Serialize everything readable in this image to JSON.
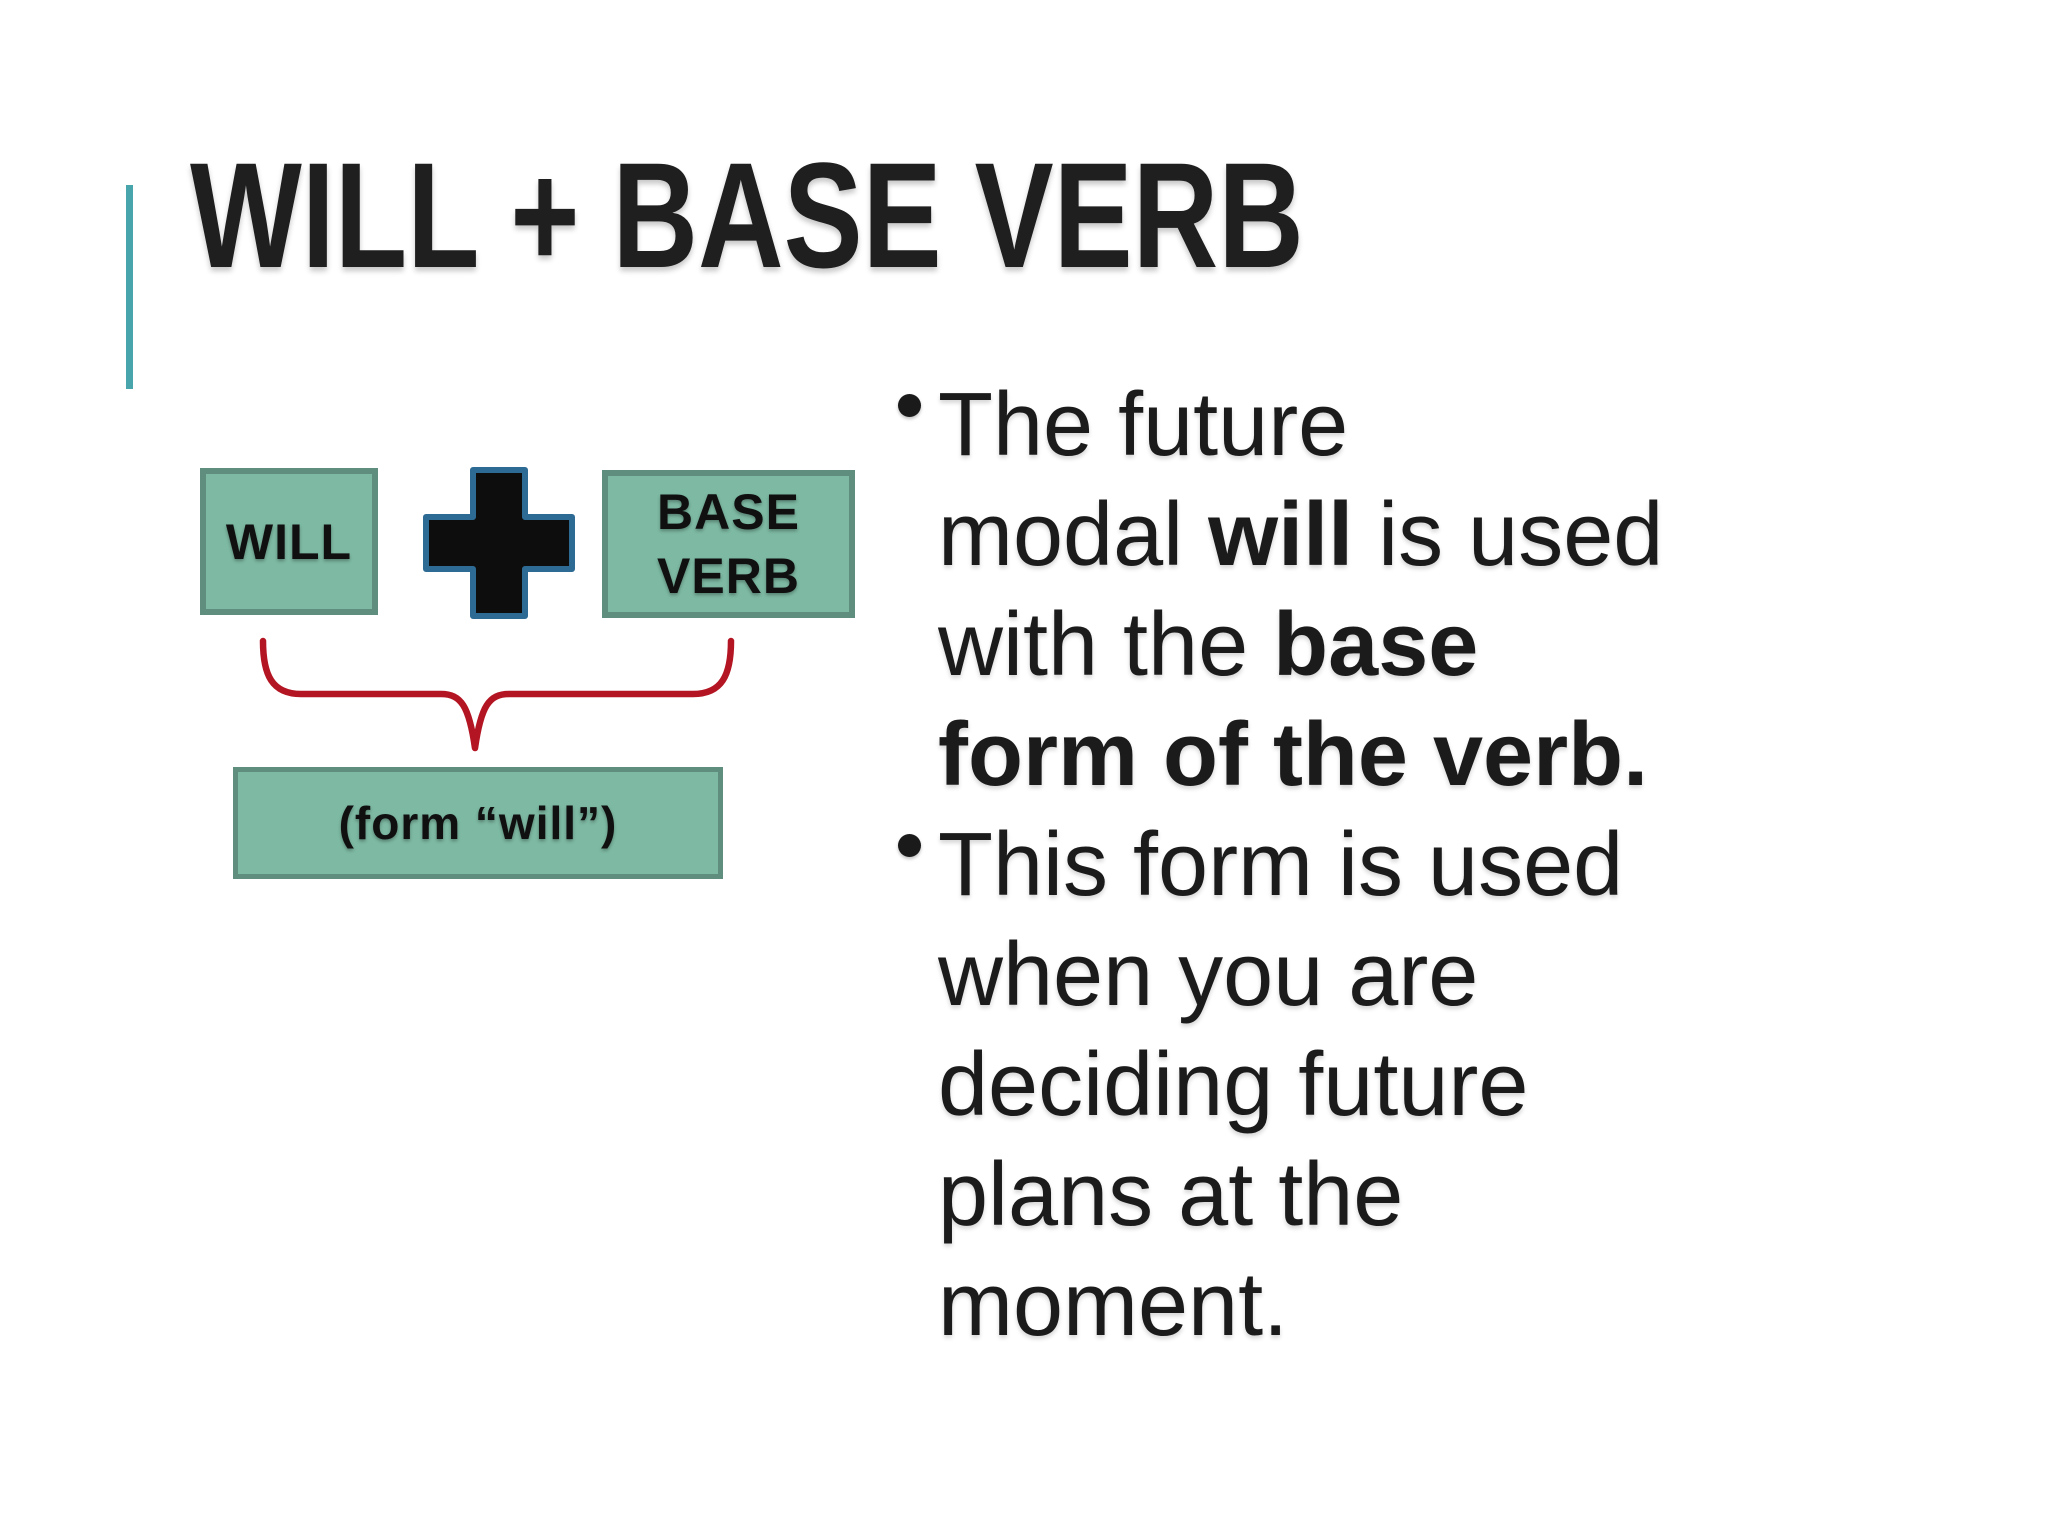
{
  "slide": {
    "title": "WILL + BASE VERB"
  },
  "theme": {
    "accent_teal": "#48a5ac",
    "box_fill_green": "#7db9a3",
    "box_border_green": "#5f8e7e",
    "plus_fill": "#0d0d0d",
    "plus_border_blue": "#2e6b94",
    "brace_red": "#b41523",
    "text_color": "#1b1b1b"
  },
  "diagram": {
    "will_label": "WILL",
    "plus_icon": "plus-icon",
    "brace_icon": "curly-brace-icon",
    "base_label_line1": "BASE",
    "base_label_line2": "VERB",
    "form_label": "(form “will”)"
  },
  "bullets": [
    {
      "lines": [
        [
          {
            "t": "The future"
          }
        ],
        [
          {
            "t": "modal "
          },
          {
            "t": "will",
            "b": true
          },
          {
            "t": " is used"
          }
        ],
        [
          {
            "t": "with the "
          },
          {
            "t": "base",
            "b": true
          }
        ],
        [
          {
            "t": "form of the verb.",
            "b": true
          }
        ]
      ]
    },
    {
      "lines": [
        [
          {
            "t": "This form is used"
          }
        ],
        [
          {
            "t": "when you are"
          }
        ],
        [
          {
            "t": "deciding future"
          }
        ],
        [
          {
            "t": "plans at the"
          }
        ],
        [
          {
            "t": "moment."
          }
        ]
      ]
    }
  ]
}
